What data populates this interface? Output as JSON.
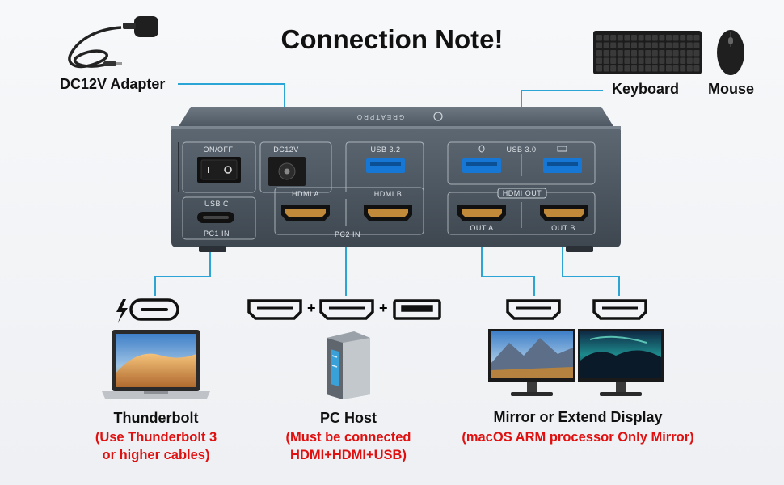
{
  "title": "Connection Note!",
  "adapter_label": "DC12V Adapter",
  "keyboard_label": "Keyboard",
  "mouse_label": "Mouse",
  "brand_text": "GREATPRO",
  "panel": {
    "on_off": "ON/OFF",
    "dc12v": "DC12V",
    "usb32": "USB 3.2",
    "usb30": "USB 3.0",
    "usb_c": "USB C",
    "pc1_in": "PC1 IN",
    "hdmi_a": "HDMI A",
    "hdmi_b": "HDMI B",
    "pc2_in": "PC2 IN",
    "hdmi_out": "HDMI OUT",
    "out_a": "OUT A",
    "out_b": "OUT B"
  },
  "plus": "+",
  "thunderbolt": {
    "title": "Thunderbolt",
    "note1": "(Use Thunderbolt 3",
    "note2": "or higher cables)"
  },
  "pc_host": {
    "title": "PC Host",
    "note1": "(Must be connected",
    "note2": "HDMI+HDMI+USB)"
  },
  "display": {
    "title": "Mirror or Extend Display",
    "note1": "(macOS ARM processor Only Mirror)"
  },
  "colors": {
    "line": "#2aa5d6",
    "note": "#e01010",
    "device": "#4a5561"
  }
}
